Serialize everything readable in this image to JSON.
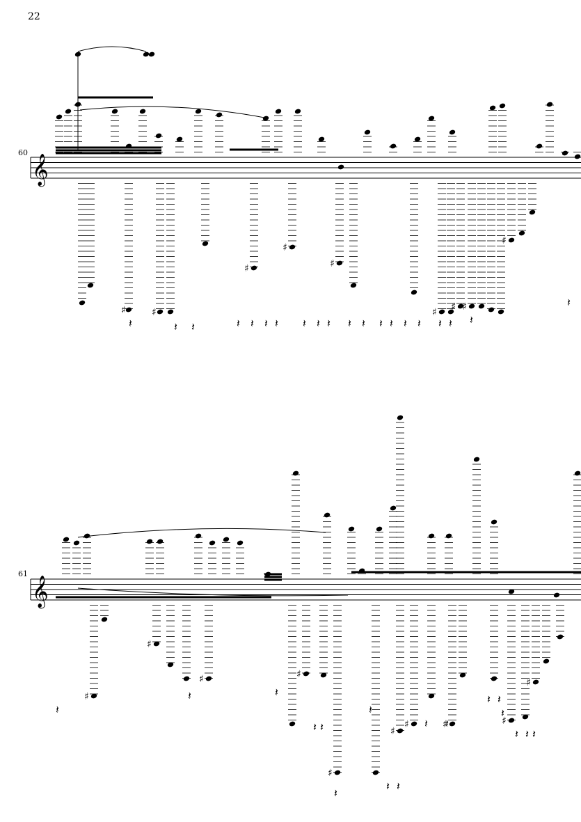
{
  "page": {
    "number": "22"
  },
  "systems": [
    {
      "measure_number": "60"
    },
    {
      "measure_number": "61"
    }
  ],
  "colors": {
    "ink": "#000000",
    "paper": "#ffffff"
  },
  "icons": [
    "treble-clef-icon"
  ]
}
